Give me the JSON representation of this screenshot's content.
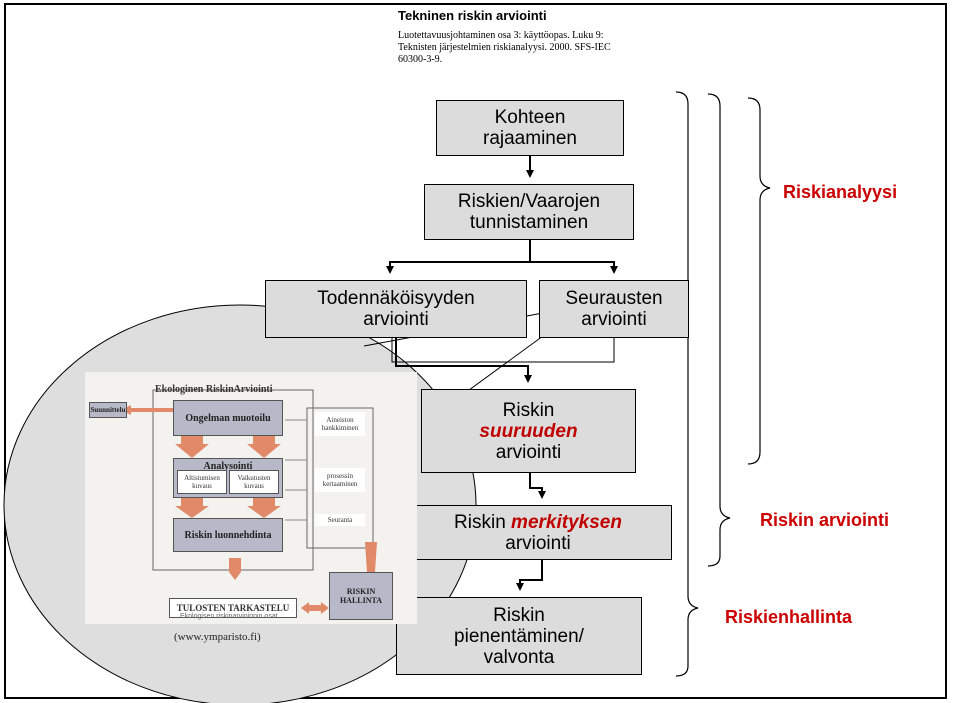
{
  "header": {
    "title": "Tekninen riskin arviointi",
    "reference_lines": [
      "Luotettavuusjohtaminen osa 3: käyttöopas. Luku 9:",
      "Teknisten järjestelmien riskianalyysi. 2000. SFS-IEC",
      "60300-3-9."
    ]
  },
  "flow": {
    "kohteen": [
      "Kohteen",
      "rajaaminen"
    ],
    "tunnistaminen": [
      "Riskien/Vaarojen",
      "tunnistaminen"
    ],
    "todennakoisyys": [
      "Todennäköisyyden",
      "arviointi"
    ],
    "seuraukset": [
      "Seurausten",
      "arviointi"
    ],
    "suuruus": {
      "line1": "Riskin",
      "emphasis": "suuruuden",
      "line3": "arviointi"
    },
    "merkitys": {
      "prefix": "Riskin ",
      "emphasis": "merkityksen",
      "line2": "arviointi"
    },
    "pienentaminen": [
      "Riskin",
      "pienentäminen/",
      "valvonta"
    ]
  },
  "brackets": {
    "riskianalyysi": "Riskianalyysi",
    "riskin_arviointi": "Riskin arviointi",
    "riskienhallinta": "Riskienhallinta"
  },
  "picture": {
    "title": "Ekologinen RiskinArviointi",
    "suunnittelu": "Suunnittelu",
    "ongelman": "Ongelman muotoilu",
    "analysointi": "Analysointi",
    "altistuminen": "Altistumisen kuvaus",
    "vaikutukset": "Vaikutusten kuvaus",
    "luonnehdinta": "Riskin luonnehdinta",
    "aineisto": "Aineiston hankkiminen",
    "prosessin": "prosessin kertaaminen",
    "seuranta": "Seuranta",
    "tulosten": "TULOSTEN TARKASTELU",
    "hallinta": "RISKIN HALLINTA",
    "caption": "Ekologisen riskinarvioinnin osat.",
    "source": "(www.ymparisto.fi)"
  },
  "colors": {
    "box_fill": "#dcdcdc",
    "accent_red": "#cc0000",
    "picture_box": "#b7b9c8",
    "picture_arrow": "#e08a6a"
  }
}
